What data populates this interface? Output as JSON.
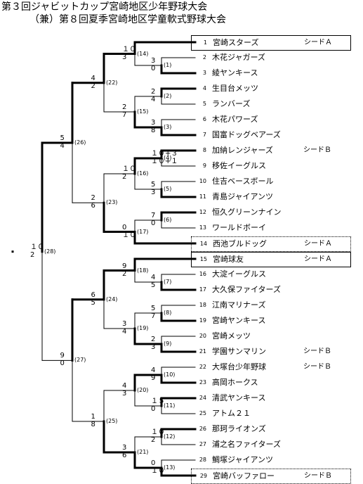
{
  "title": {
    "line1": "第３回ジャビットカップ宮崎地区少年野球大会",
    "line2": "（兼）第８回夏季宮崎地区学童軟式野球大会"
  },
  "teams": [
    {
      "num": "1",
      "name": "宮崎スターズ",
      "seed": "シードＡ",
      "box": "solid"
    },
    {
      "num": "2",
      "name": "木花ジャガーズ",
      "seed": "",
      "box": ""
    },
    {
      "num": "3",
      "name": "綾ヤンキース",
      "seed": "",
      "box": ""
    },
    {
      "num": "4",
      "name": "生目台メッツ",
      "seed": "",
      "box": ""
    },
    {
      "num": "5",
      "name": "ランバーズ",
      "seed": "",
      "box": ""
    },
    {
      "num": "6",
      "name": "木花パワーズ",
      "seed": "",
      "box": ""
    },
    {
      "num": "7",
      "name": "国富ドッグベアーズ",
      "seed": "",
      "box": ""
    },
    {
      "num": "8",
      "name": "加納レンジャーズ",
      "seed": "シードＢ",
      "box": ""
    },
    {
      "num": "9",
      "name": "移佐イーグルス",
      "seed": "",
      "box": ""
    },
    {
      "num": "10",
      "name": "住吉ベースボール",
      "seed": "",
      "box": ""
    },
    {
      "num": "11",
      "name": "青島ジャイアンツ",
      "seed": "",
      "box": ""
    },
    {
      "num": "12",
      "name": "恒久グリーンナイン",
      "seed": "",
      "box": ""
    },
    {
      "num": "13",
      "name": "ワールドボーイ",
      "seed": "",
      "box": ""
    },
    {
      "num": "14",
      "name": "西池ブルドッグ",
      "seed": "シードＡ",
      "box": "dotted"
    },
    {
      "num": "15",
      "name": "宮崎球友",
      "seed": "シードＡ",
      "box": "solid"
    },
    {
      "num": "16",
      "name": "大淀イーグルス",
      "seed": "",
      "box": ""
    },
    {
      "num": "17",
      "name": "大久保ファイターズ",
      "seed": "",
      "box": ""
    },
    {
      "num": "18",
      "name": "江南マリナーズ",
      "seed": "",
      "box": ""
    },
    {
      "num": "19",
      "name": "宮崎ヤンキース",
      "seed": "",
      "box": ""
    },
    {
      "num": "20",
      "name": "宮崎メッツ",
      "seed": "",
      "box": ""
    },
    {
      "num": "21",
      "name": "学園サンマリン",
      "seed": "シードＢ",
      "box": ""
    },
    {
      "num": "22",
      "name": "大塚台少年野球",
      "seed": "シードＢ",
      "box": ""
    },
    {
      "num": "23",
      "name": "高岡ホークス",
      "seed": "",
      "box": ""
    },
    {
      "num": "24",
      "name": "清武ヤンキース",
      "seed": "",
      "box": ""
    },
    {
      "num": "25",
      "name": "アトム２１",
      "seed": "",
      "box": ""
    },
    {
      "num": "26",
      "name": "那珂ライオンズ",
      "seed": "",
      "box": ""
    },
    {
      "num": "27",
      "name": "浦之名ファイターズ",
      "seed": "",
      "box": ""
    },
    {
      "num": "28",
      "name": "鯛塚ジャイアンツ",
      "seed": "",
      "box": ""
    },
    {
      "num": "29",
      "name": "宮崎バッファロー",
      "seed": "シードＢ",
      "box": "dotted"
    }
  ],
  "games": [
    {
      "id": "(1)",
      "a": 2,
      "b": 3,
      "winner": "b",
      "score_a": "3",
      "score_b": "0"
    },
    {
      "id": "(2)",
      "a": 4,
      "b": 5,
      "winner": "a",
      "score_a": "2",
      "score_b": "4"
    },
    {
      "id": "(3)",
      "a": 6,
      "b": 7,
      "winner": "b",
      "score_a": "3",
      "score_b": "8"
    },
    {
      "id": "(4)",
      "a": 8,
      "b": 9,
      "winner": "a",
      "score_a": "１０+３",
      "score_b": "１０+１"
    },
    {
      "id": "(5)",
      "a": 10,
      "b": 11,
      "winner": "b",
      "score_a": "5",
      "score_b": "3"
    },
    {
      "id": "(6)",
      "a": 12,
      "b": 13,
      "winner": "a",
      "score_a": "7",
      "score_b": "0"
    },
    {
      "id": "(7)",
      "a": 16,
      "b": 17,
      "winner": "b",
      "score_a": "4",
      "score_b": "5"
    },
    {
      "id": "(8)",
      "a": 18,
      "b": 19,
      "winner": "b",
      "score_a": "5",
      "score_b": "7"
    },
    {
      "id": "(9)",
      "a": 20,
      "b": 21,
      "winner": "b",
      "score_a": "2",
      "score_b": "3"
    },
    {
      "id": "(10)",
      "a": 22,
      "b": 23,
      "winner": "b",
      "score_a": "4",
      "score_b": "9"
    },
    {
      "id": "(11)",
      "a": 24,
      "b": 25,
      "winner": "a",
      "score_a": "１５",
      "score_b": "0"
    },
    {
      "id": "(12)",
      "a": 26,
      "b": 27,
      "winner": "a",
      "score_a": "１０",
      "score_b": "2"
    },
    {
      "id": "(13)",
      "a": 28,
      "b": 29,
      "winner": "b",
      "score_a": "0",
      "score_b": "１０"
    },
    {
      "id": "(14)",
      "a": 1,
      "b": "(1)",
      "winner": "a",
      "score_a": "１０",
      "score_b": "3"
    },
    {
      "id": "(15)",
      "a": "(2)",
      "b": "(3)",
      "winner": "b",
      "score_a": "2",
      "score_b": "7"
    },
    {
      "id": "(16)",
      "a": "(4)",
      "b": "(5)",
      "winner": "a",
      "score_a": "１０",
      "score_b": "2"
    },
    {
      "id": "(17)",
      "a": "(6)",
      "b": 14,
      "winner": "b",
      "score_a": "0",
      "score_b": "１０"
    },
    {
      "id": "(18)",
      "a": 15,
      "b": "(7)",
      "winner": "a",
      "score_a": "9",
      "score_b": "2"
    },
    {
      "id": "(19)",
      "a": "(8)",
      "b": "(9)",
      "winner": "b",
      "score_a": "3",
      "score_b": "4"
    },
    {
      "id": "(20)",
      "a": "(10)",
      "b": "(11)",
      "winner": "a",
      "score_a": "4",
      "score_b": "3"
    },
    {
      "id": "(21)",
      "a": "(12)",
      "b": "(13)",
      "winner": "b",
      "score_a": "3",
      "score_b": "6"
    },
    {
      "id": "(22)",
      "a": "(14)",
      "b": "(15)",
      "winner": "a",
      "score_a": "4",
      "score_b": "2"
    },
    {
      "id": "(23)",
      "a": "(16)",
      "b": "(17)",
      "winner": "b",
      "score_a": "2",
      "score_b": "6"
    },
    {
      "id": "(24)",
      "a": "(18)",
      "b": "(19)",
      "winner": "a",
      "score_a": "6",
      "score_b": "5"
    },
    {
      "id": "(25)",
      "a": "(20)",
      "b": "(21)",
      "winner": "b",
      "score_a": "1",
      "score_b": "8"
    },
    {
      "id": "(26)",
      "a": "(22)",
      "b": "(23)",
      "winner": "a",
      "score_a": "5",
      "score_b": "4"
    },
    {
      "id": "(27)",
      "a": "(24)",
      "b": "(25)",
      "winner": "a",
      "score_a": "9",
      "score_b": "0"
    },
    {
      "id": "(28)",
      "a": "(26)",
      "b": "(27)",
      "winner": "a",
      "score_a": "１０",
      "score_b": "2"
    }
  ]
}
